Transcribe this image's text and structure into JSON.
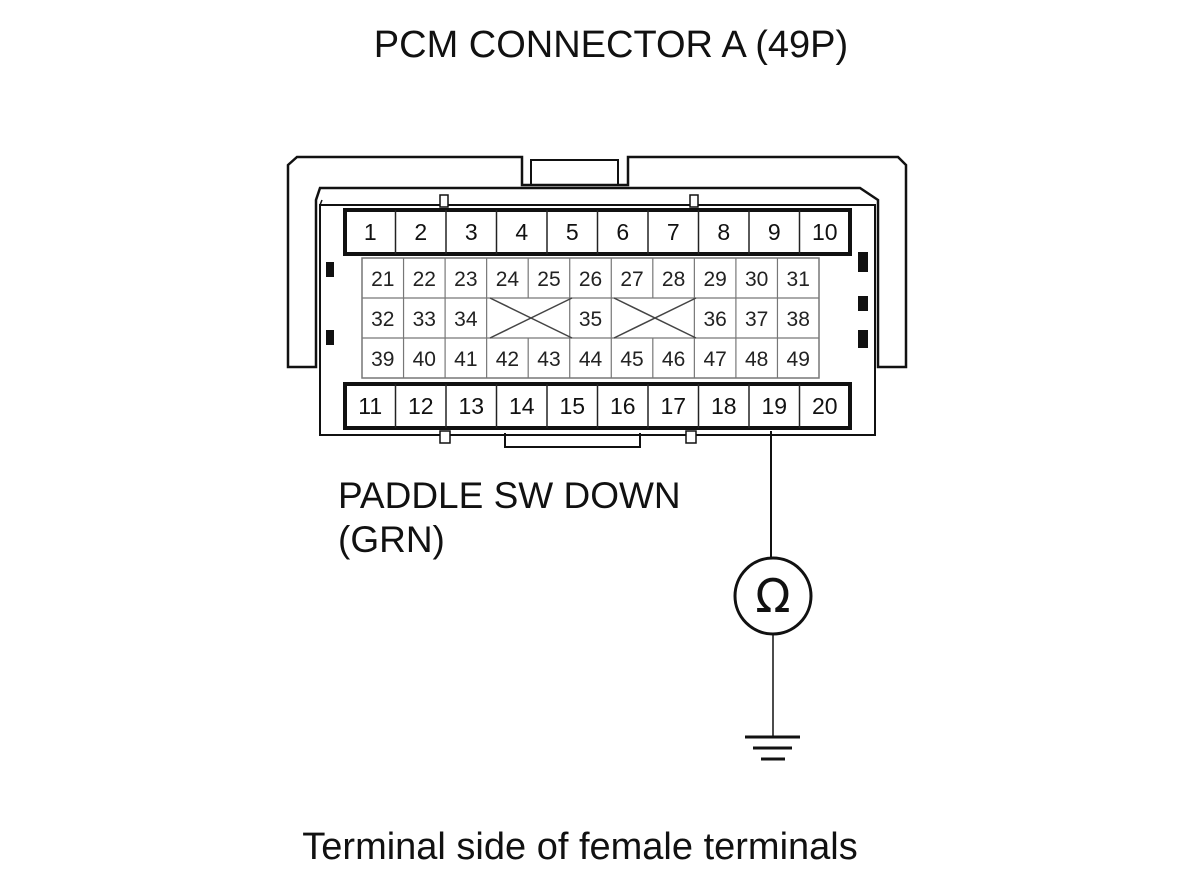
{
  "title": "PCM CONNECTOR A (49P)",
  "signal_label": {
    "line1": "PADDLE SW DOWN",
    "line2": "(GRN)"
  },
  "caption": "Terminal side of female terminals",
  "meter_symbol": "Ω",
  "probe_terminal": "19",
  "connector": {
    "top_row": [
      "1",
      "2",
      "3",
      "4",
      "5",
      "6",
      "7",
      "8",
      "9",
      "10"
    ],
    "mid_row1": [
      "21",
      "22",
      "23",
      "24",
      "25",
      "26",
      "27",
      "28",
      "29",
      "30",
      "31"
    ],
    "mid_row2": [
      "32",
      "33",
      "34",
      "",
      "35",
      "",
      "36",
      "37",
      "38"
    ],
    "mid_row3": [
      "39",
      "40",
      "41",
      "42",
      "43",
      "44",
      "45",
      "46",
      "47",
      "48",
      "49"
    ],
    "bottom_row": [
      "11",
      "12",
      "13",
      "14",
      "15",
      "16",
      "17",
      "18",
      "19",
      "20"
    ]
  },
  "icons": [
    "ohmmeter-icon",
    "ground-icon"
  ]
}
